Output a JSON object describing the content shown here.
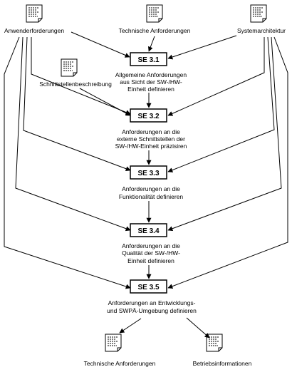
{
  "documents": {
    "anwender": "Anwenderforderungen",
    "technische_top": "Technische Anforderungen",
    "system": "Systemarchitektur",
    "schnittstellen": "Schnittstellenbeschreibung",
    "technische_bottom": "Technische Anforderungen",
    "betrieb": "Betriebsinformationen"
  },
  "steps": [
    {
      "id": "SE 3.1",
      "desc": [
        "Allgemeine Anforderungen",
        "aus Sicht der SW-/HW-",
        "Einheit definieren"
      ]
    },
    {
      "id": "SE 3.2",
      "desc": [
        "Anforderungen an die",
        "externe Schnittstellen der",
        "SW-/HW-Einheit präzisiren"
      ]
    },
    {
      "id": "SE 3.3",
      "desc": [
        "Anforderungen an die",
        "Funktionalität definieren"
      ]
    },
    {
      "id": "SE 3.4",
      "desc": [
        "Anforderungen an die",
        "Qualität der SW-/HW-",
        "Einheit definieren"
      ]
    },
    {
      "id": "SE 3.5",
      "desc": [
        "Anforderungen an Entwicklungs-",
        "und SWPÄ-Umgebung definieren"
      ]
    }
  ]
}
